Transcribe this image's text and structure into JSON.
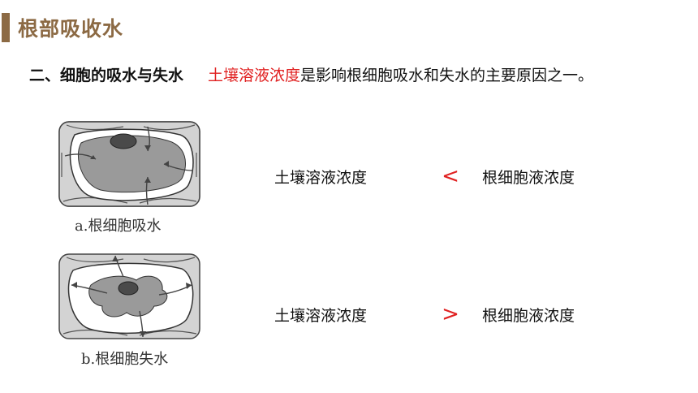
{
  "header": {
    "title": "根部吸收水"
  },
  "subtitle": {
    "heading": "二、细胞的吸水与失水",
    "keyword": "土壤溶液浓度",
    "rest": "是影响根细胞吸水和失水的主要原因之一。"
  },
  "figures": [
    {
      "caption": "a.根细胞吸水"
    },
    {
      "caption": "b.根细胞失水"
    }
  ],
  "comparisons": [
    {
      "left": "土壤溶液浓度",
      "operator": "<",
      "right": "根细胞液浓度"
    },
    {
      "left": "土壤溶液浓度",
      "operator": ">",
      "right": "根细胞液浓度"
    }
  ],
  "colors": {
    "accent": "#8c6a44",
    "highlight": "#e02020"
  }
}
